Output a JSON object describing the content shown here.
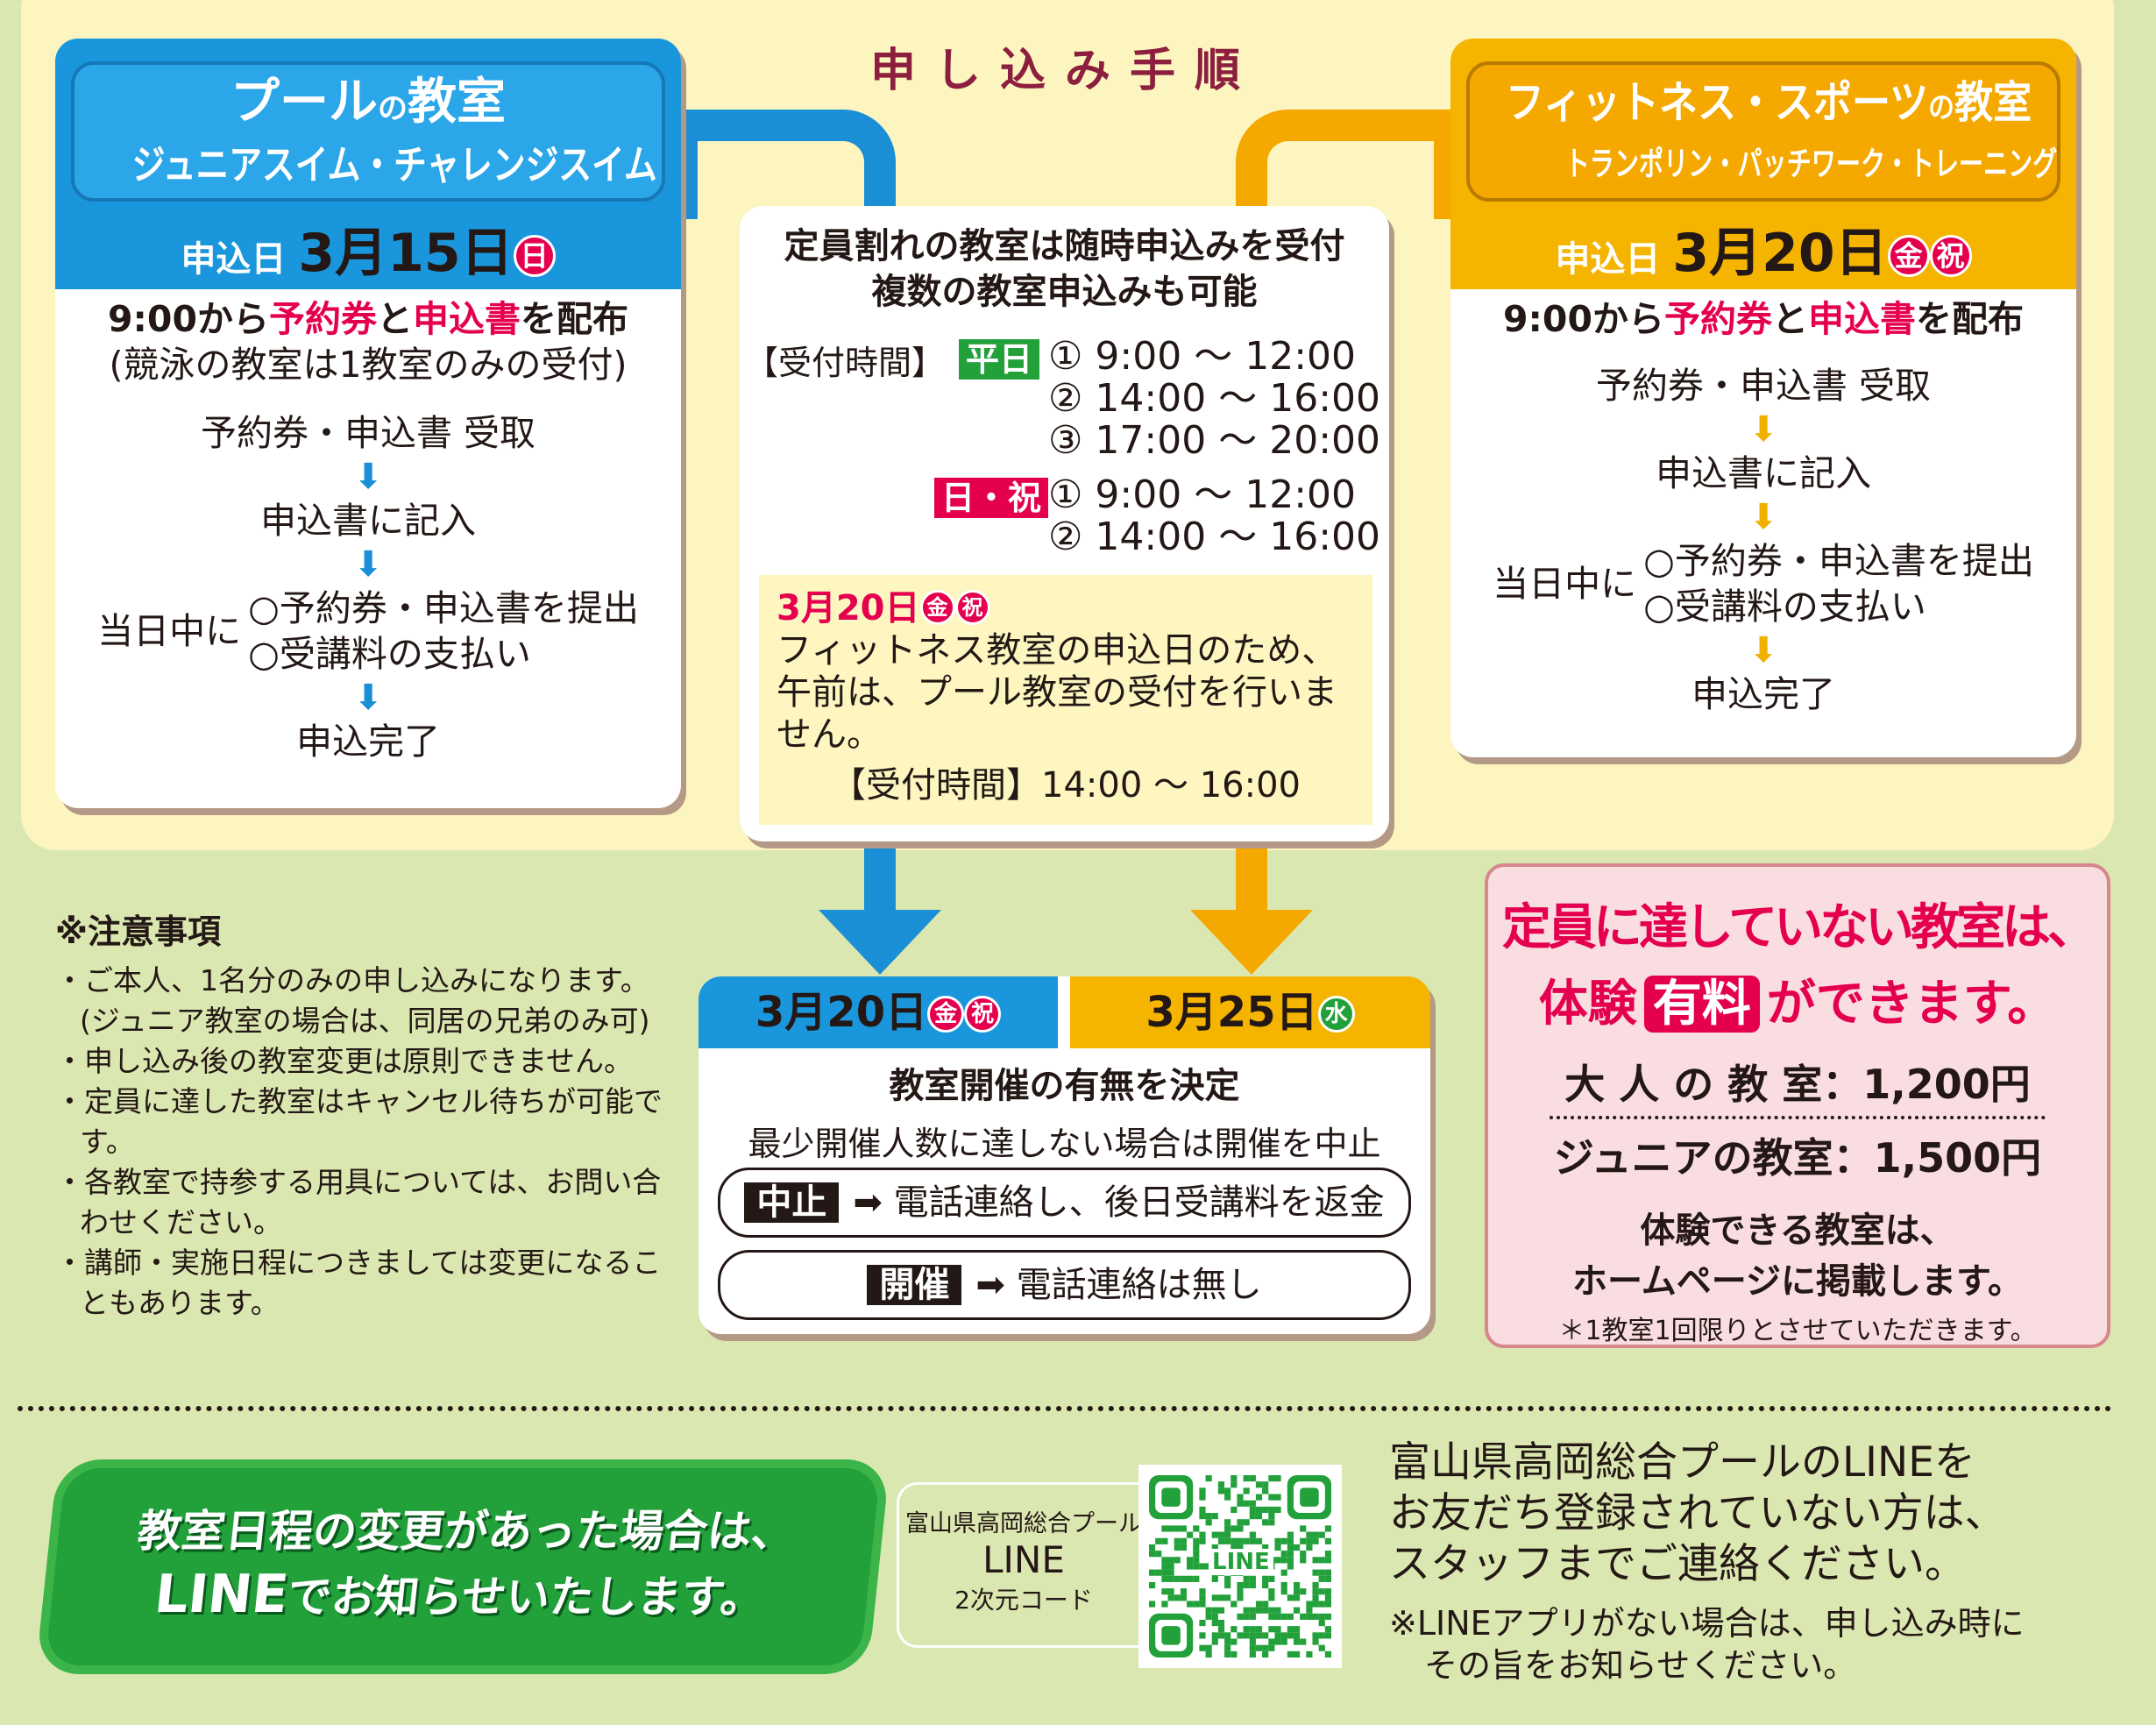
{
  "title": "申し込み手順",
  "pool": {
    "title_main": "プール",
    "title_no": "の",
    "title_kyoshitsu": "教室",
    "subtitle": "ジュニアスイム・チャレンジスイム",
    "date_label": "申込日",
    "date": "3月15日",
    "day": "日",
    "dist_pre": "9:00から",
    "dist_a": "予約券",
    "dist_to": "と",
    "dist_b": "申込書",
    "dist_post": "を配布",
    "note": "(競泳の教室は1教室のみの受付)",
    "steps": [
      "予約券・申込書 受取",
      "申込書に記入",
      "申込完了"
    ],
    "same_day": "当日中に",
    "same_day_items": [
      "○予約券・申込書を提出",
      "○受講料の支払い"
    ]
  },
  "fitness": {
    "title_main": "フィットネス・スポーツ",
    "title_no": "の",
    "title_kyoshitsu": "教室",
    "subtitle": "トランポリン・パッチワーク・トレーニング教室",
    "date_label": "申込日",
    "date": "3月20日",
    "day1": "金",
    "day2": "祝",
    "dist_pre": "9:00から",
    "dist_a": "予約券",
    "dist_to": "と",
    "dist_b": "申込書",
    "dist_post": "を配布",
    "steps": [
      "予約券・申込書 受取",
      "申込書に記入",
      "申込完了"
    ],
    "same_day": "当日中に",
    "same_day_items": [
      "○予約券・申込書を提出",
      "○受講料の支払い"
    ]
  },
  "center": {
    "line1": "定員割れの教室は随時申込みを受付",
    "line2": "複数の教室申込みも可能",
    "hours_label": "【受付時間】",
    "weekday_badge": "平日",
    "weekday_times": [
      "① 9:00 ～ 12:00",
      "② 14:00 ～ 16:00",
      "③ 17:00 ～ 20:00"
    ],
    "holiday_badge": "日・祝",
    "holiday_times": [
      "① 9:00 ～ 12:00",
      "② 14:00 ～ 16:00"
    ],
    "notice_date": "3月20日",
    "notice_day1": "金",
    "notice_day2": "祝",
    "notice_text": "フィットネス教室の申込日のため、午前は、プール教室の受付を行いません。",
    "notice_hours": "【受付時間】14:00 ～ 16:00"
  },
  "decision": {
    "tab1_date": "3月20日",
    "tab1_day1": "金",
    "tab1_day2": "祝",
    "tab2_date": "3月25日",
    "tab2_day": "水",
    "heading": "教室開催の有無を決定",
    "sub": "最少開催人数に達しない場合は開催を中止",
    "cancel_label": "中止",
    "cancel_text": "電話連絡し、後日受講料を返金",
    "hold_label": "開催",
    "hold_text": "電話連絡は無し",
    "arrow": "➡"
  },
  "notes": {
    "heading": "※注意事項",
    "items": [
      "・ご本人、1名分のみの申し込みになります。(ジュニア教室の場合は、同居の兄弟のみ可)",
      "・申し込み後の教室変更は原則できません。",
      "・定員に達した教室はキャンセル待ちが可能です。",
      "・各教室で持参する用具については、お問い合わせください。",
      "・講師・実施日程につきましては変更になることもあります。"
    ]
  },
  "trial": {
    "line1": "定員に達していない教室は、",
    "line2_a": "体験",
    "line2_badge": "有料",
    "line2_b": "ができます。",
    "adult": "大 人 の 教 室：1,200円",
    "junior": "ジュニアの教室：1,500円",
    "info1": "体験できる教室は、",
    "info2": "ホームページに掲載します。",
    "footnote": "＊1教室1回限りとさせていただきます。"
  },
  "line_banner": {
    "line1": "教室日程の変更があった場合は、",
    "logo": "LINE",
    "line2": "でお知らせいたします。"
  },
  "qr": {
    "label1": "富山県高岡総合プール",
    "label2": "LINE",
    "label3": "2次元コード",
    "center_text": "LINE"
  },
  "line_info": {
    "text": [
      "富山県高岡総合プールのLINEを",
      "お友だち登録されていない方は、",
      "スタッフまでご連絡ください。"
    ],
    "note": [
      "※LINEアプリがない場合は、申し込み時に",
      "その旨をお知らせください。"
    ]
  },
  "colors": {
    "blue": "#1a96dc",
    "orange": "#f5b400",
    "red": "#e5004f",
    "green": "#22a03a",
    "pink": "#f9dde0"
  }
}
